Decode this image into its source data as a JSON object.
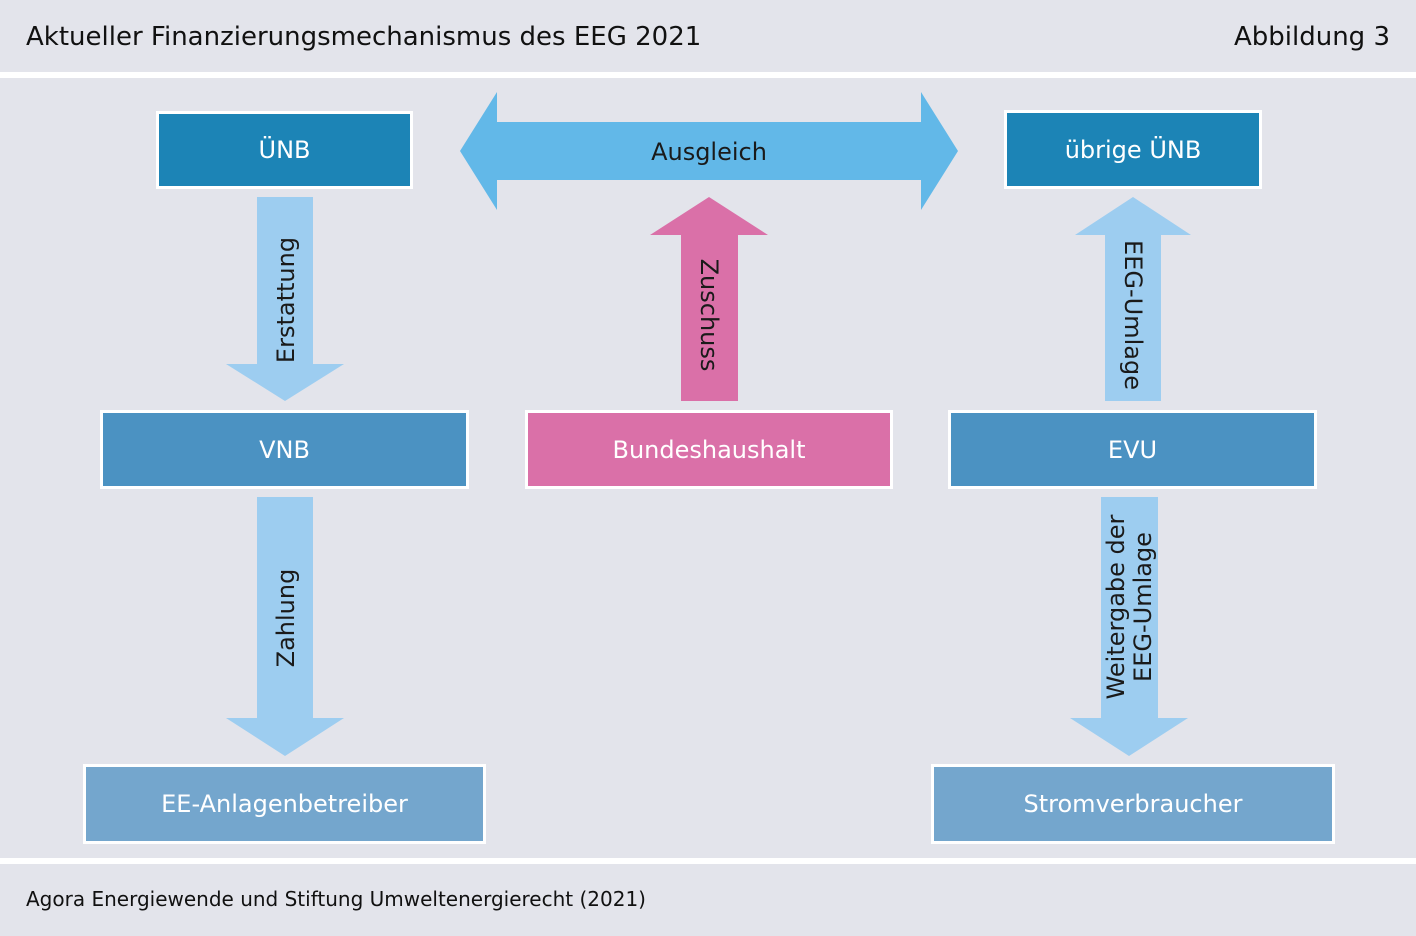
{
  "header": {
    "title": "Aktueller Finanzierungsmechanismus des EEG 2021",
    "figure": "Abbildung 3"
  },
  "footer": {
    "source": "Agora Energiewende und Stiftung Umweltenergierecht (2021)"
  },
  "nodes": {
    "unb": "ÜNB",
    "uebrige_unb": "übrige ÜNB",
    "vnb": "VNB",
    "bundeshaushalt": "Bundeshaushalt",
    "evu": "EVU",
    "ee_anlagenbetreiber": "EE-Anlagenbetreiber",
    "stromverbraucher": "Stromverbraucher"
  },
  "flows": {
    "ausgleich": "Ausgleich",
    "erstattung": "Erstattung",
    "zuschuss": "Zuschuss",
    "eeg_umlage": "EEG-Umlage",
    "zahlung": "Zahlung",
    "weitergabe_line1": "Weitergabe der",
    "weitergabe_line2": "EEG-Umlage"
  },
  "colors": {
    "background": "#e3e4eb",
    "node_dark": "#1c84b6",
    "node_mid": "#4b92c2",
    "node_light": "#74a6cd",
    "node_pink": "#da70a8",
    "arrow_blue": "#62b8e8",
    "arrow_light": "#9dcdf0",
    "arrow_pink": "#da70a8"
  }
}
